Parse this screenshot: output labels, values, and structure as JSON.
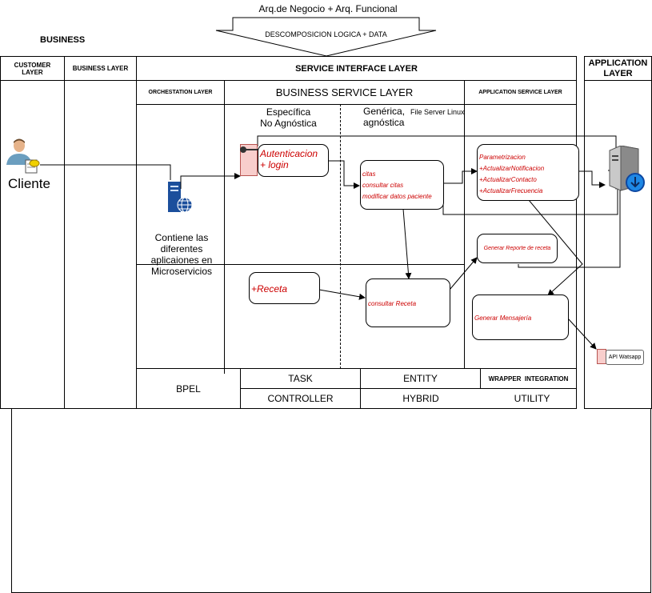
{
  "header": {
    "top_label": "Arq.de Negocio + Arq. Funcional",
    "arrow_label": "DESCOMPOSICION LOGICA  + DATA",
    "business": "BUSINESS"
  },
  "columns": {
    "customer_layer": "CUSTOMER LAYER",
    "business_layer": "BUSINESS LAYER",
    "service_interface_layer": "SERVICE INTERFACE LAYER",
    "application_layer": "APPLICATION LAYER"
  },
  "sublayers": {
    "orchestation": "ORCHESTATION LAYER",
    "business_service": "BUSINESS SERVICE LAYER",
    "application_service": "APPLICATION SERVICE LAYER"
  },
  "business_service_cols": {
    "specific": "Específica\nNo Agnóstica",
    "generic": "Genérica,\nagnóstica",
    "file_server": "File Server Linux"
  },
  "client": {
    "label": "Cliente"
  },
  "orchestration_note": "Contiene las diferentes aplicaiones en Microservicios",
  "services": {
    "auth": "Autenticacion\n+ login",
    "citas": "citas\nconsultar citas\nmodificar datos paciente",
    "param": "Parametrizacion\n+ActualizarNotificacion\n+ActualizarContacto\n+ActualizarFrecuencia",
    "reporte": "Generar Reporte de receta",
    "receta": "+Receta",
    "consultar_receta": "consultar Receta",
    "mensajeria": "Generar Mensajería",
    "api_watsapp": "API Watsapp"
  },
  "footer": {
    "bpel": "BPEL",
    "task": "TASK",
    "entity": "ENTITY",
    "wrapper": "WRAPPER  INTEGRATION",
    "controller": "CONTROLLER",
    "hybrid": "HYBRID",
    "utility": "UTILITY"
  },
  "colors": {
    "service_text": "#cc0000",
    "pink_fill": "#f8cecc",
    "pink_border": "#b85450",
    "server_blue": "#1b4f9c"
  }
}
